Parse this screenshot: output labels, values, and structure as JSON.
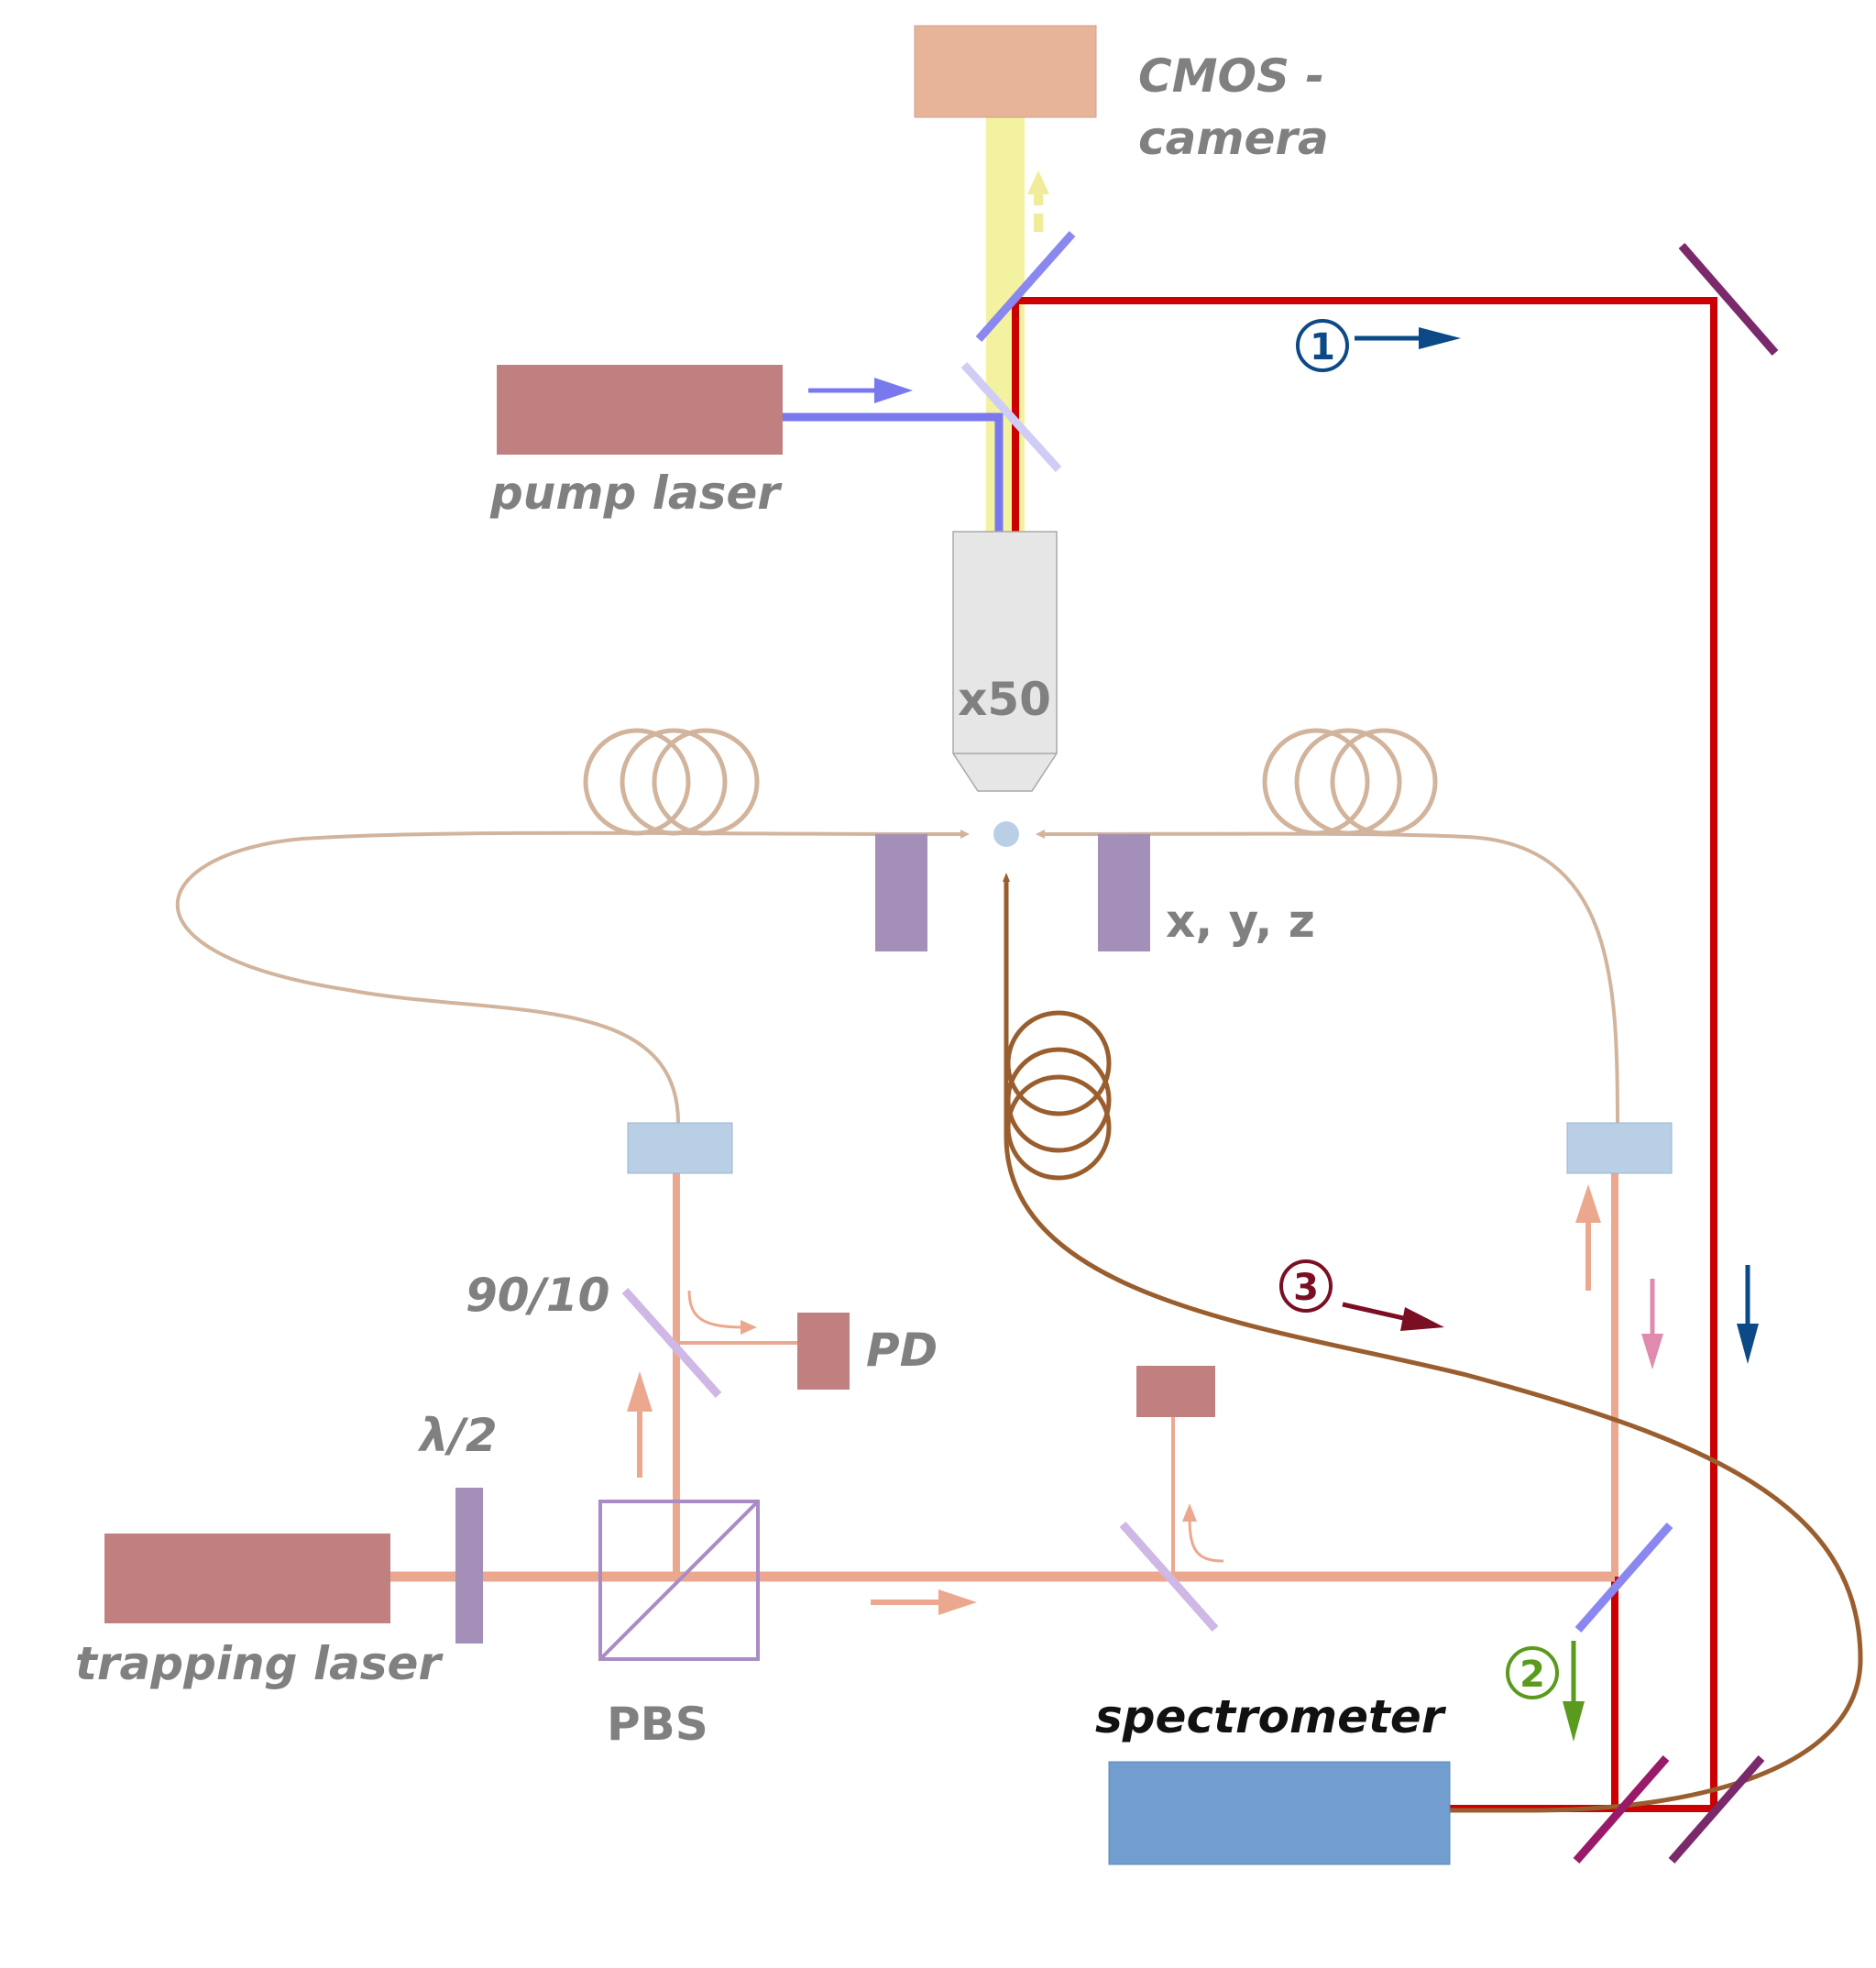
{
  "labels": {
    "camera_line1": "CMOS -",
    "camera_line2": "camera",
    "pump_laser": "pump laser",
    "objective": "x50",
    "stage": "x, y, z",
    "splitter_ratio": "90/10",
    "photodiode": "PD",
    "half_wave_plate": "λ/2",
    "trapping_laser": "trapping laser",
    "pbs": "PBS",
    "spectrometer": "spectrometer"
  },
  "path_markers": [
    {
      "symbol": "①",
      "color": "#0b4a86"
    },
    {
      "symbol": "②",
      "color": "#5a9a1e"
    },
    {
      "symbol": "③",
      "color": "#7a0f24"
    }
  ],
  "colors": {
    "laser_box": "#c08080",
    "camera_box": "#e7b49a",
    "spectrometer_box": "#719ece",
    "objective_body": "#e6e6e6",
    "coupler": "#b8cfe6",
    "stage_block": "#a48fb8",
    "trapping_beam": "#eca88f",
    "pump_beam": "#7a78ee",
    "imaging_beam": "#f3f2a0",
    "collection_beam": "#cc0000",
    "fiber": "#d2b49c",
    "collection_fiber": "#9a5e2e",
    "beamsplitter": "#8a88f0",
    "dichroic_light": "#cfcdf5",
    "mirror": "#7a2a6a",
    "mirror_magenta": "#9a1a6a",
    "pbs_outline": "#a98cc6"
  }
}
